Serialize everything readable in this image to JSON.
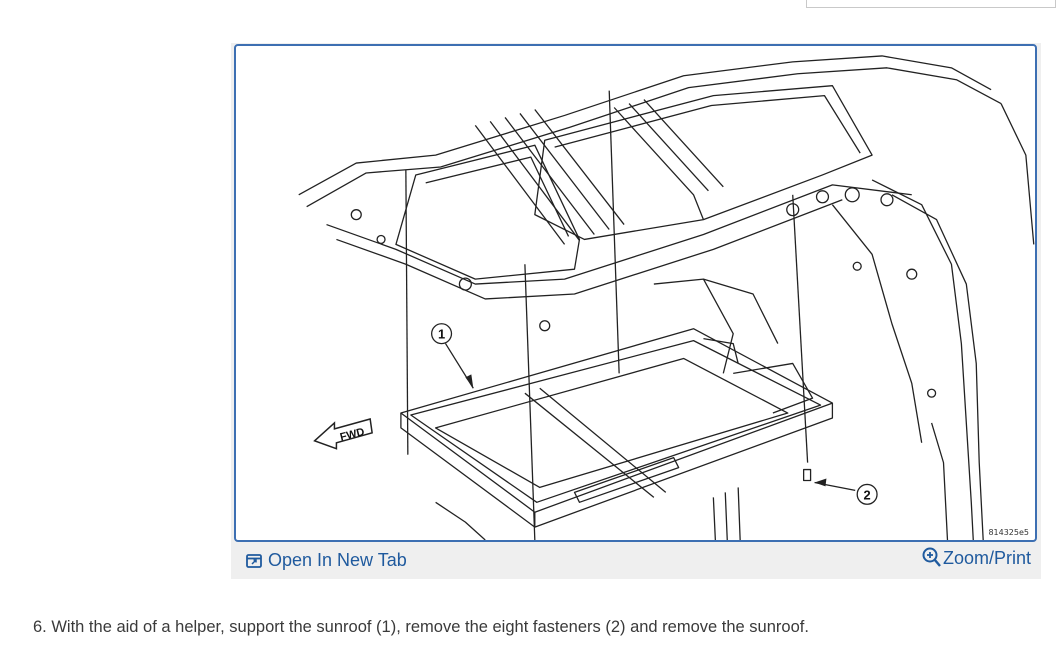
{
  "figure": {
    "image_id": "814325e5",
    "callouts": {
      "sunroof": "1",
      "fastener": "2"
    },
    "direction_label": "FWD"
  },
  "toolbar": {
    "open_tab_label": "Open In New Tab",
    "zoom_label": "Zoom/Print",
    "open_tab_icon": "open-new-tab-icon",
    "zoom_icon": "zoom-in-icon"
  },
  "step": {
    "text": "6. With the aid of a helper, support the sunroof (1), remove the eight fasteners (2) and remove the sunroof."
  },
  "colors": {
    "frame_border": "#3d6fb2",
    "link": "#1f5a9e",
    "card_background": "#efefef"
  }
}
